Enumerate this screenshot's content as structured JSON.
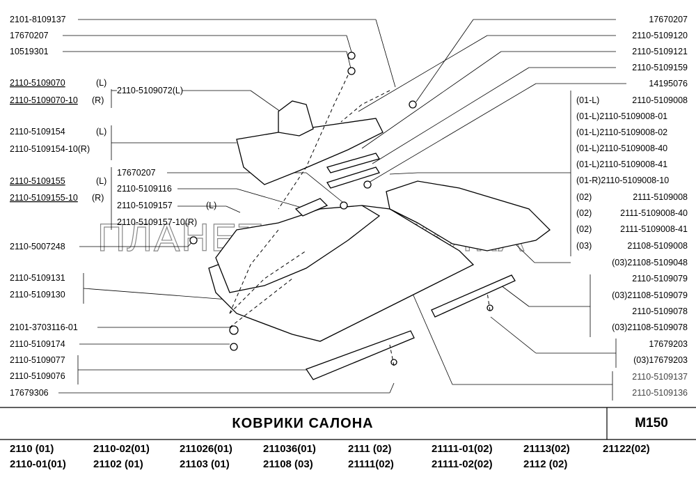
{
  "watermark": "ПЛАНЕТА ЖЕЛЕЗЯКА",
  "footer": {
    "title": "КОВРИКИ САЛОНА",
    "code": "M150",
    "models_row1": [
      "2110 (01)",
      "2110-02(01)",
      "211026(01)",
      "211036(01)",
      "2111 (02)",
      "21111-01(02)",
      "21113(02)",
      "21122(02)"
    ],
    "models_row2": [
      "2110-01(01)",
      "21102 (01)",
      "21103 (01)",
      "21108 (03)",
      "21111(02)",
      "21111-02(02)",
      "2112 (02)"
    ]
  },
  "labels_left": [
    "2101-8109137",
    "17670207",
    "10519301",
    "2110-5109070",
    "(L)",
    "2110-5109070-10",
    "(R)",
    "2110-5109072(L)",
    "2110-5109154",
    "(L)",
    "2110-5109154-10(R)",
    "2110-5109155",
    "(L)",
    "2110-5109155-10",
    "(R)",
    "17670207",
    "2110-5109116",
    "2110-5109157",
    "(L)",
    "2110-5109157-10(R)",
    "2110-5007248",
    "2110-5109131",
    "2110-5109130",
    "2101-3703116-01",
    "2110-5109174",
    "2110-5109077",
    "2110-5109076",
    "17679306"
  ],
  "labels_right": [
    "17670207",
    "2110-5109120",
    "2110-5109121",
    "2110-5109159",
    "14195076",
    "(01-L)",
    "2110-5109008",
    "(01-L)2110-5109008-01",
    "(01-L)2110-5109008-02",
    "(01-L)2110-5109008-40",
    "(01-L)2110-5109008-41",
    "(01-R)2110-5109008-10",
    "(02)",
    "2111-5109008",
    "(02)",
    "2111-5109008-40",
    "(02)",
    "2111-5109008-41",
    "(03)",
    "21108-5109008",
    "(03)21108-5109048",
    "2110-5109079",
    "(03)21108-5109079",
    "2110-5109078",
    "(03)21108-5109078",
    "17679203",
    "(03)17679203",
    "2110-5109137",
    "2110-5109136"
  ]
}
